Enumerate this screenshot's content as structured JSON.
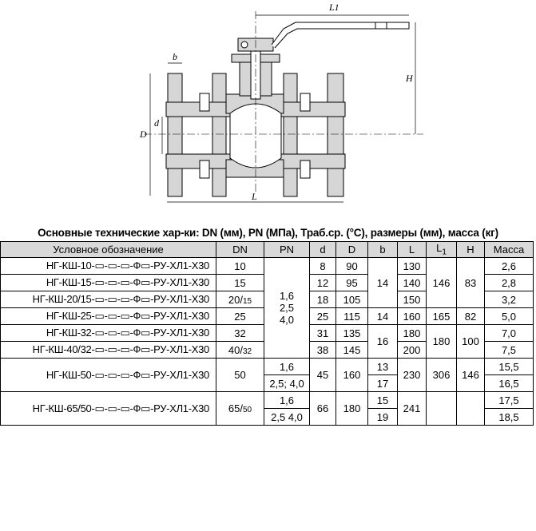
{
  "drawing": {
    "labels": {
      "L1": "L1",
      "H": "H",
      "b": "b",
      "D": "D",
      "d": "d",
      "L": "L"
    }
  },
  "table": {
    "title": "Основные технические хар-ки: DN (мм), PN (МПа), Траб.ср. (°C), размеры (мм), масса (кг)",
    "headers": {
      "name": "Условное обозначение",
      "dn": "DN",
      "pn": "PN",
      "d": "d",
      "D": "D",
      "b": "b",
      "L": "L",
      "L1": "L",
      "L1_sub": "1",
      "H": "H",
      "mass": "Масса"
    },
    "rows": [
      {
        "name": "НГ-КШ-10-▭-▭-▭-Ф▭-РУ-ХЛ1-Х30",
        "dn": "10",
        "d": "8",
        "D": "90",
        "L": "130",
        "mass": "2,6"
      },
      {
        "name": "НГ-КШ-15-▭-▭-▭-Ф▭-РУ-ХЛ1-Х30",
        "dn": "15",
        "d": "12",
        "D": "95",
        "L": "140",
        "mass": "2,8"
      },
      {
        "name": "НГ-КШ-20/15-▭-▭-▭-Ф▭-РУ-ХЛ1-Х30",
        "dn": "20/",
        "dn_sub": "15",
        "d": "18",
        "D": "105",
        "L": "150",
        "mass": "3,2"
      },
      {
        "name": "НГ-КШ-25-▭-▭-▭-Ф▭-РУ-ХЛ1-Х30",
        "dn": "25",
        "d": "25",
        "D": "115",
        "b": "14",
        "L": "160",
        "L1": "165",
        "H": "82",
        "mass": "5,0"
      },
      {
        "name": "НГ-КШ-32-▭-▭-▭-Ф▭-РУ-ХЛ1-Х30",
        "dn": "32",
        "d": "31",
        "D": "135",
        "L": "180",
        "mass": "7,0"
      },
      {
        "name": "НГ-КШ-40/32-▭-▭-▭-Ф▭-РУ-ХЛ1-Х30",
        "dn": "40/",
        "dn_sub": "32",
        "d": "38",
        "D": "145",
        "L": "200",
        "mass": "7,5"
      },
      {
        "name": "НГ-КШ-50-▭-▭-▭-Ф▭-РУ-ХЛ1-Х30",
        "dn": "50",
        "pn": [
          "1,6",
          "2,5; 4,0"
        ],
        "d": "45",
        "D": "160",
        "b": [
          "13",
          "17"
        ],
        "L": "230",
        "L1": "306",
        "H": "146",
        "mass": [
          "15,5",
          "16,5"
        ]
      },
      {
        "name": "НГ-КШ-65/50-▭-▭-▭-Ф▭-РУ-ХЛ1-Х30",
        "dn": "65/",
        "dn_sub": "50",
        "pn": [
          "1,6",
          "2,5 4,0"
        ],
        "d": "66",
        "D": "180",
        "b": [
          "15",
          "19"
        ],
        "L": "241",
        "L1": "",
        "H": "",
        "mass": [
          "17,5",
          "18,5"
        ]
      }
    ],
    "merged": {
      "pn_rows1_6": [
        "1,6",
        "2,5",
        "4,0"
      ],
      "b_rows1_3": "14",
      "L1_rows1_3": "146",
      "H_rows1_3": "83",
      "b_rows5_6": "16",
      "L1_rows5_6": "180",
      "H_rows5_6": "100"
    }
  }
}
